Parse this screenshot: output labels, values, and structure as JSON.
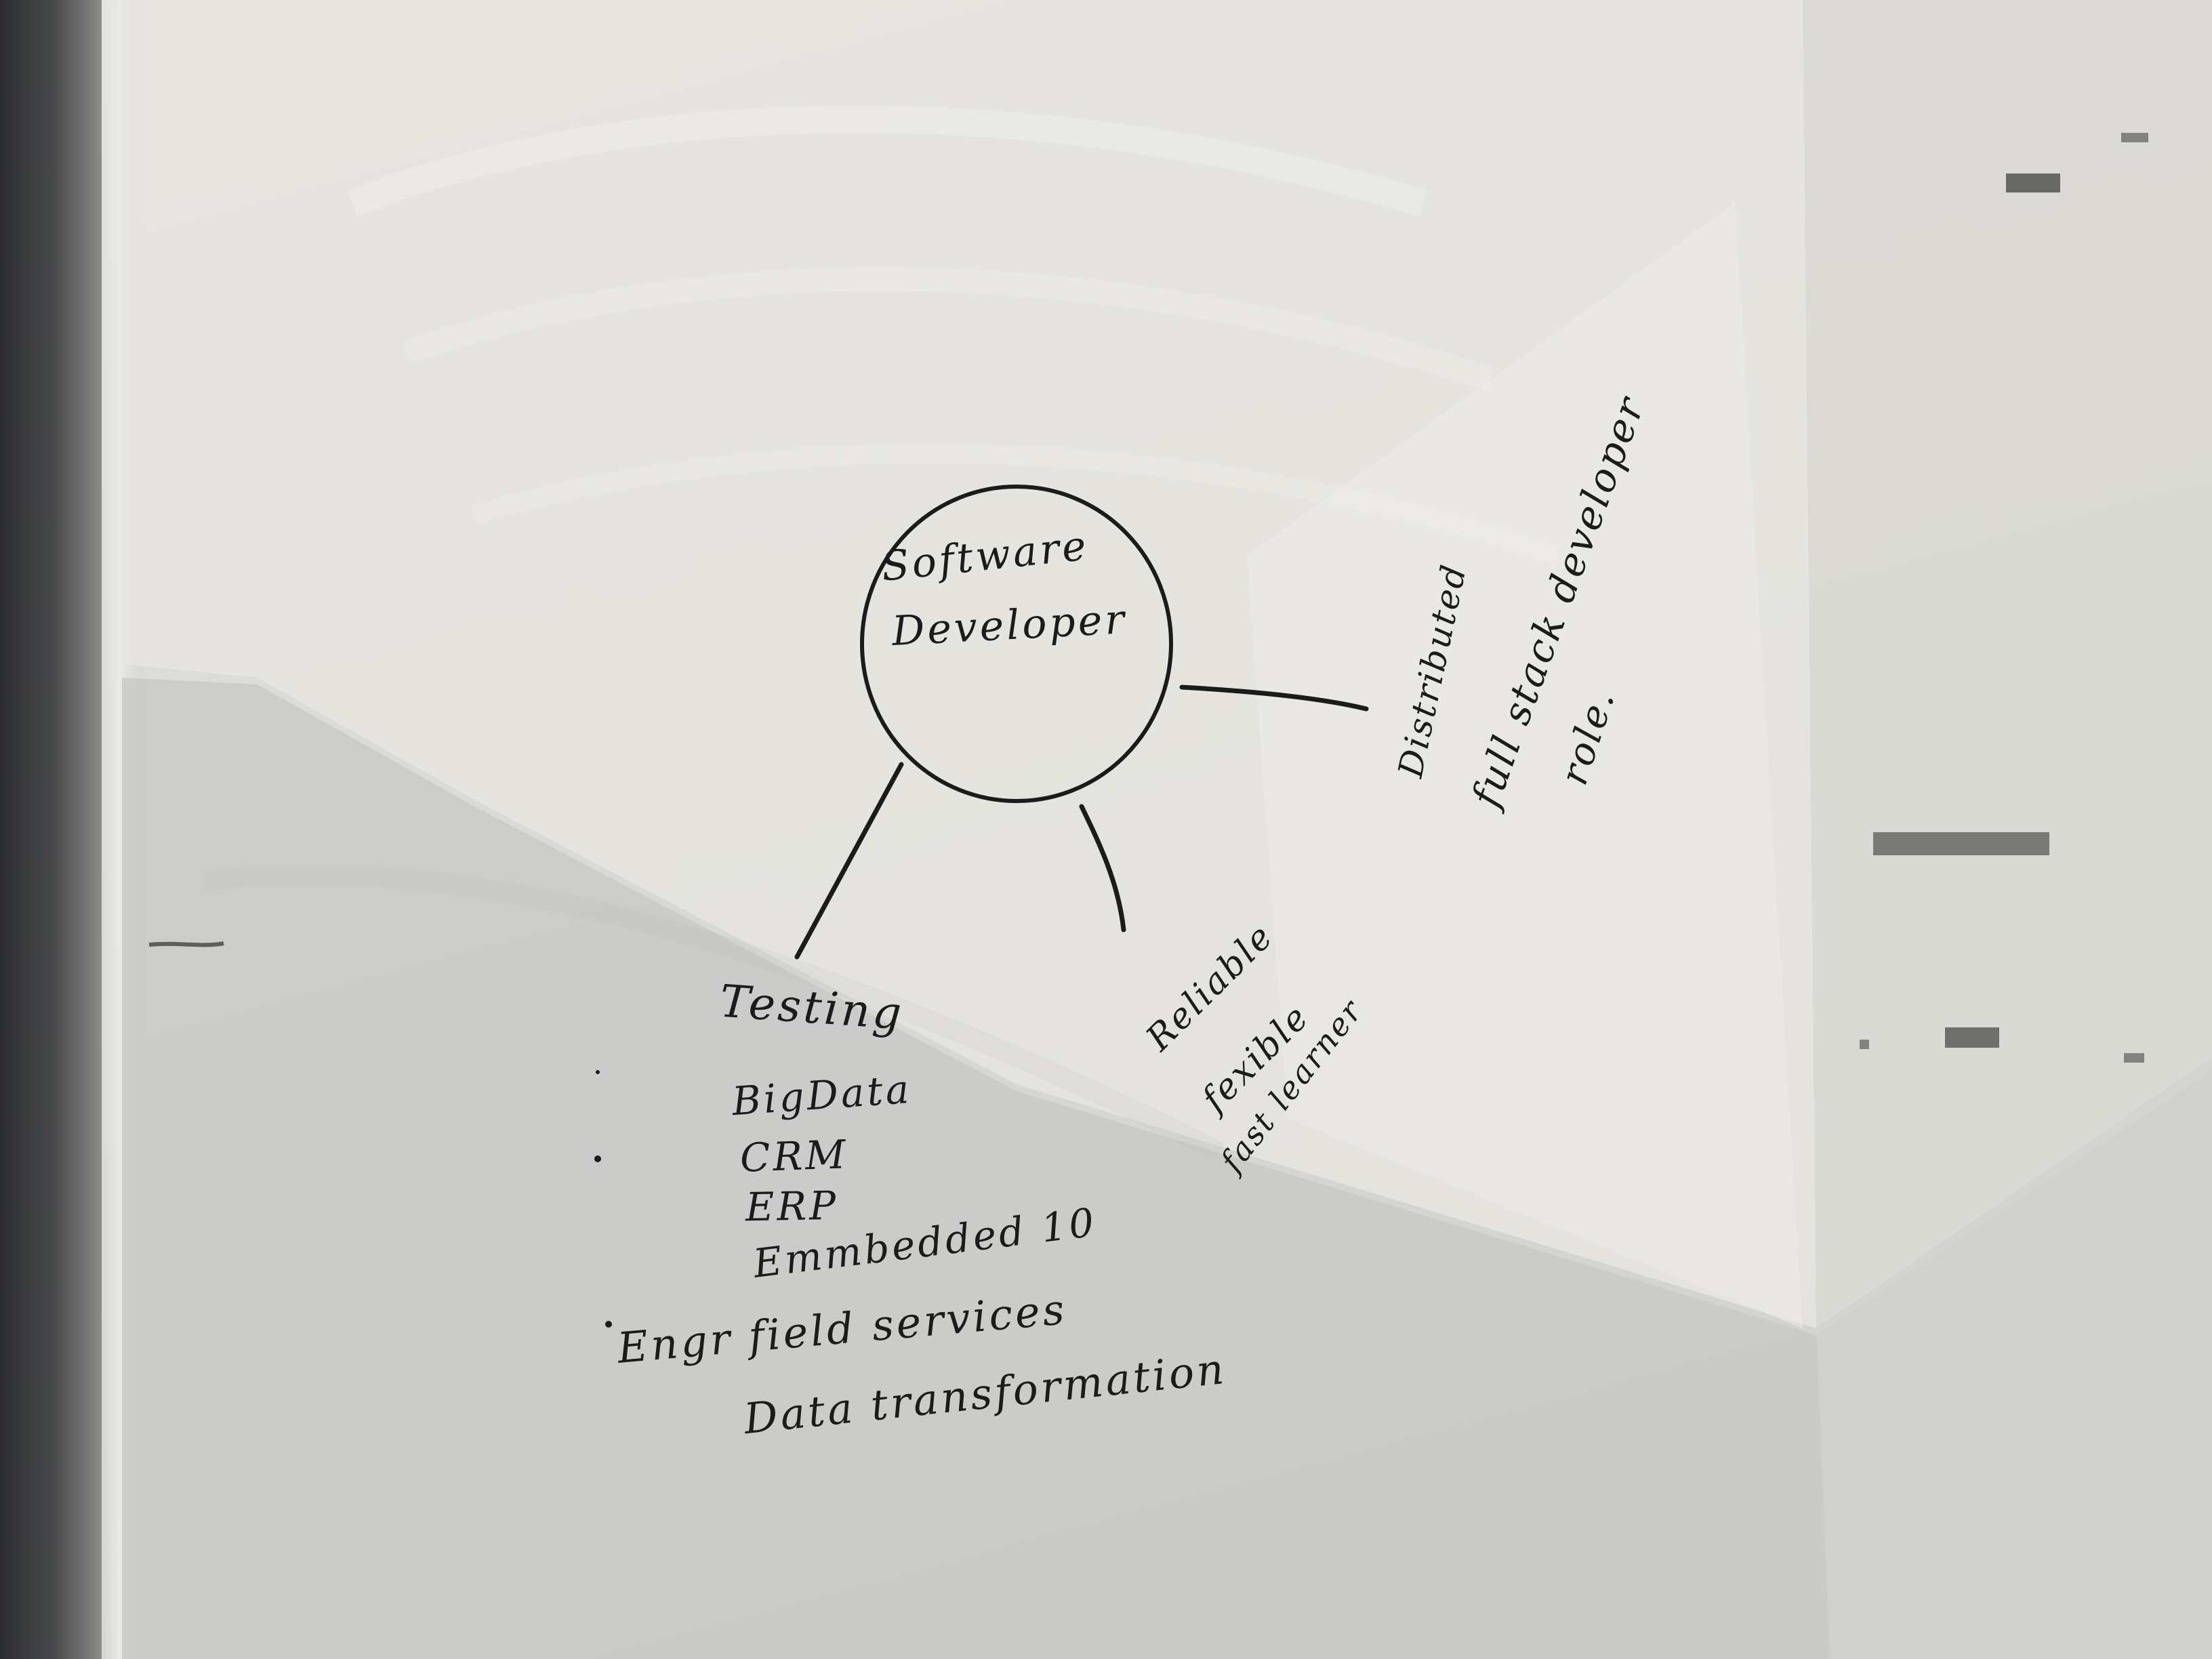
{
  "mind_map": {
    "center": {
      "line1": "Software",
      "line2": "Developer"
    },
    "left_branch": {
      "items": [
        "Testing",
        "BigData",
        "CRM",
        "ERP",
        "Emmbedded 10",
        "Engr field services",
        "Data transformation"
      ]
    },
    "middle_branch": {
      "items": [
        "Reliable",
        "fexible",
        "fast learner"
      ]
    },
    "right_branch": {
      "items": [
        "Distributed",
        "full stack developer",
        "role."
      ]
    }
  },
  "colors": {
    "marker": "#1b1b1b",
    "board": "#dcdcd9",
    "shadow": "#c8c8c6"
  }
}
